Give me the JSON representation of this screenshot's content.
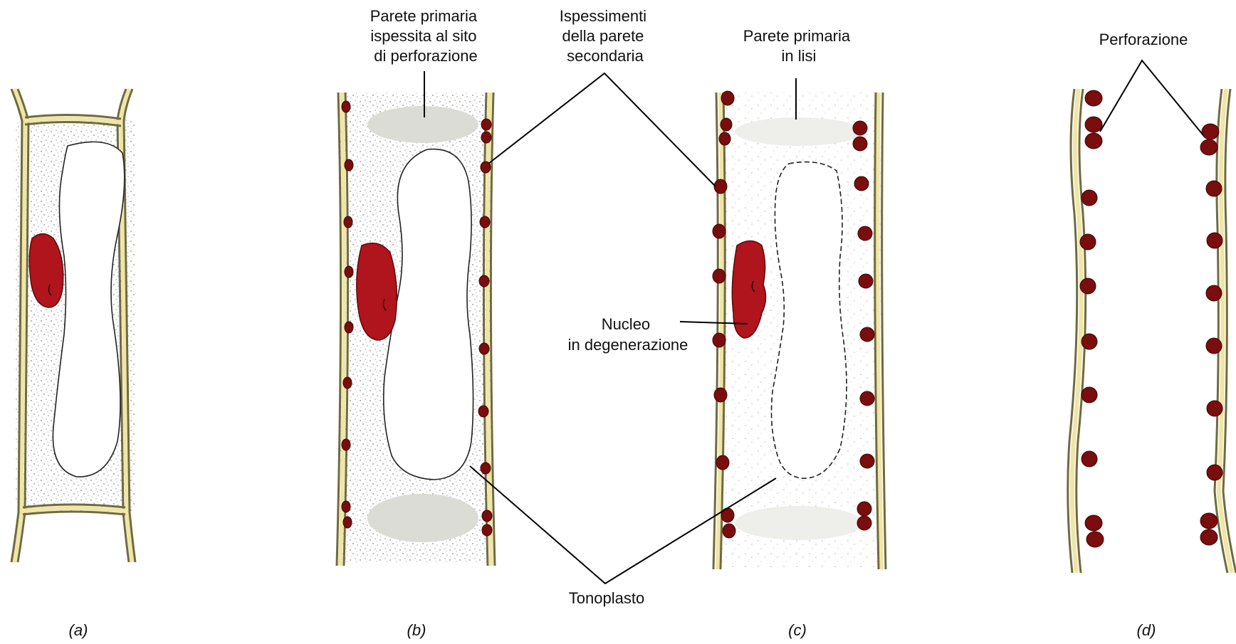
{
  "labels": {
    "parete_primaria_ispessita": [
      "Parete primaria",
      "ispessita al sito",
      "di perforazione"
    ],
    "ispessimenti": [
      "Ispessimenti",
      "della parete",
      "secondaria"
    ],
    "parete_primaria_lisi": [
      "Parete primaria",
      "in lisi"
    ],
    "perforazione": "Perforazione",
    "nucleo": [
      "Nucleo",
      "in degenerazione"
    ],
    "tonoplasto": "Tonoplasto"
  },
  "panels": {
    "a": "(a)",
    "b": "(b)",
    "c": "(c)",
    "d": "(d)"
  },
  "colors": {
    "wall": "#efe6a6",
    "nucleus": "#b0141c",
    "thickening": "#7a0d0d",
    "stipple": "#555555"
  }
}
